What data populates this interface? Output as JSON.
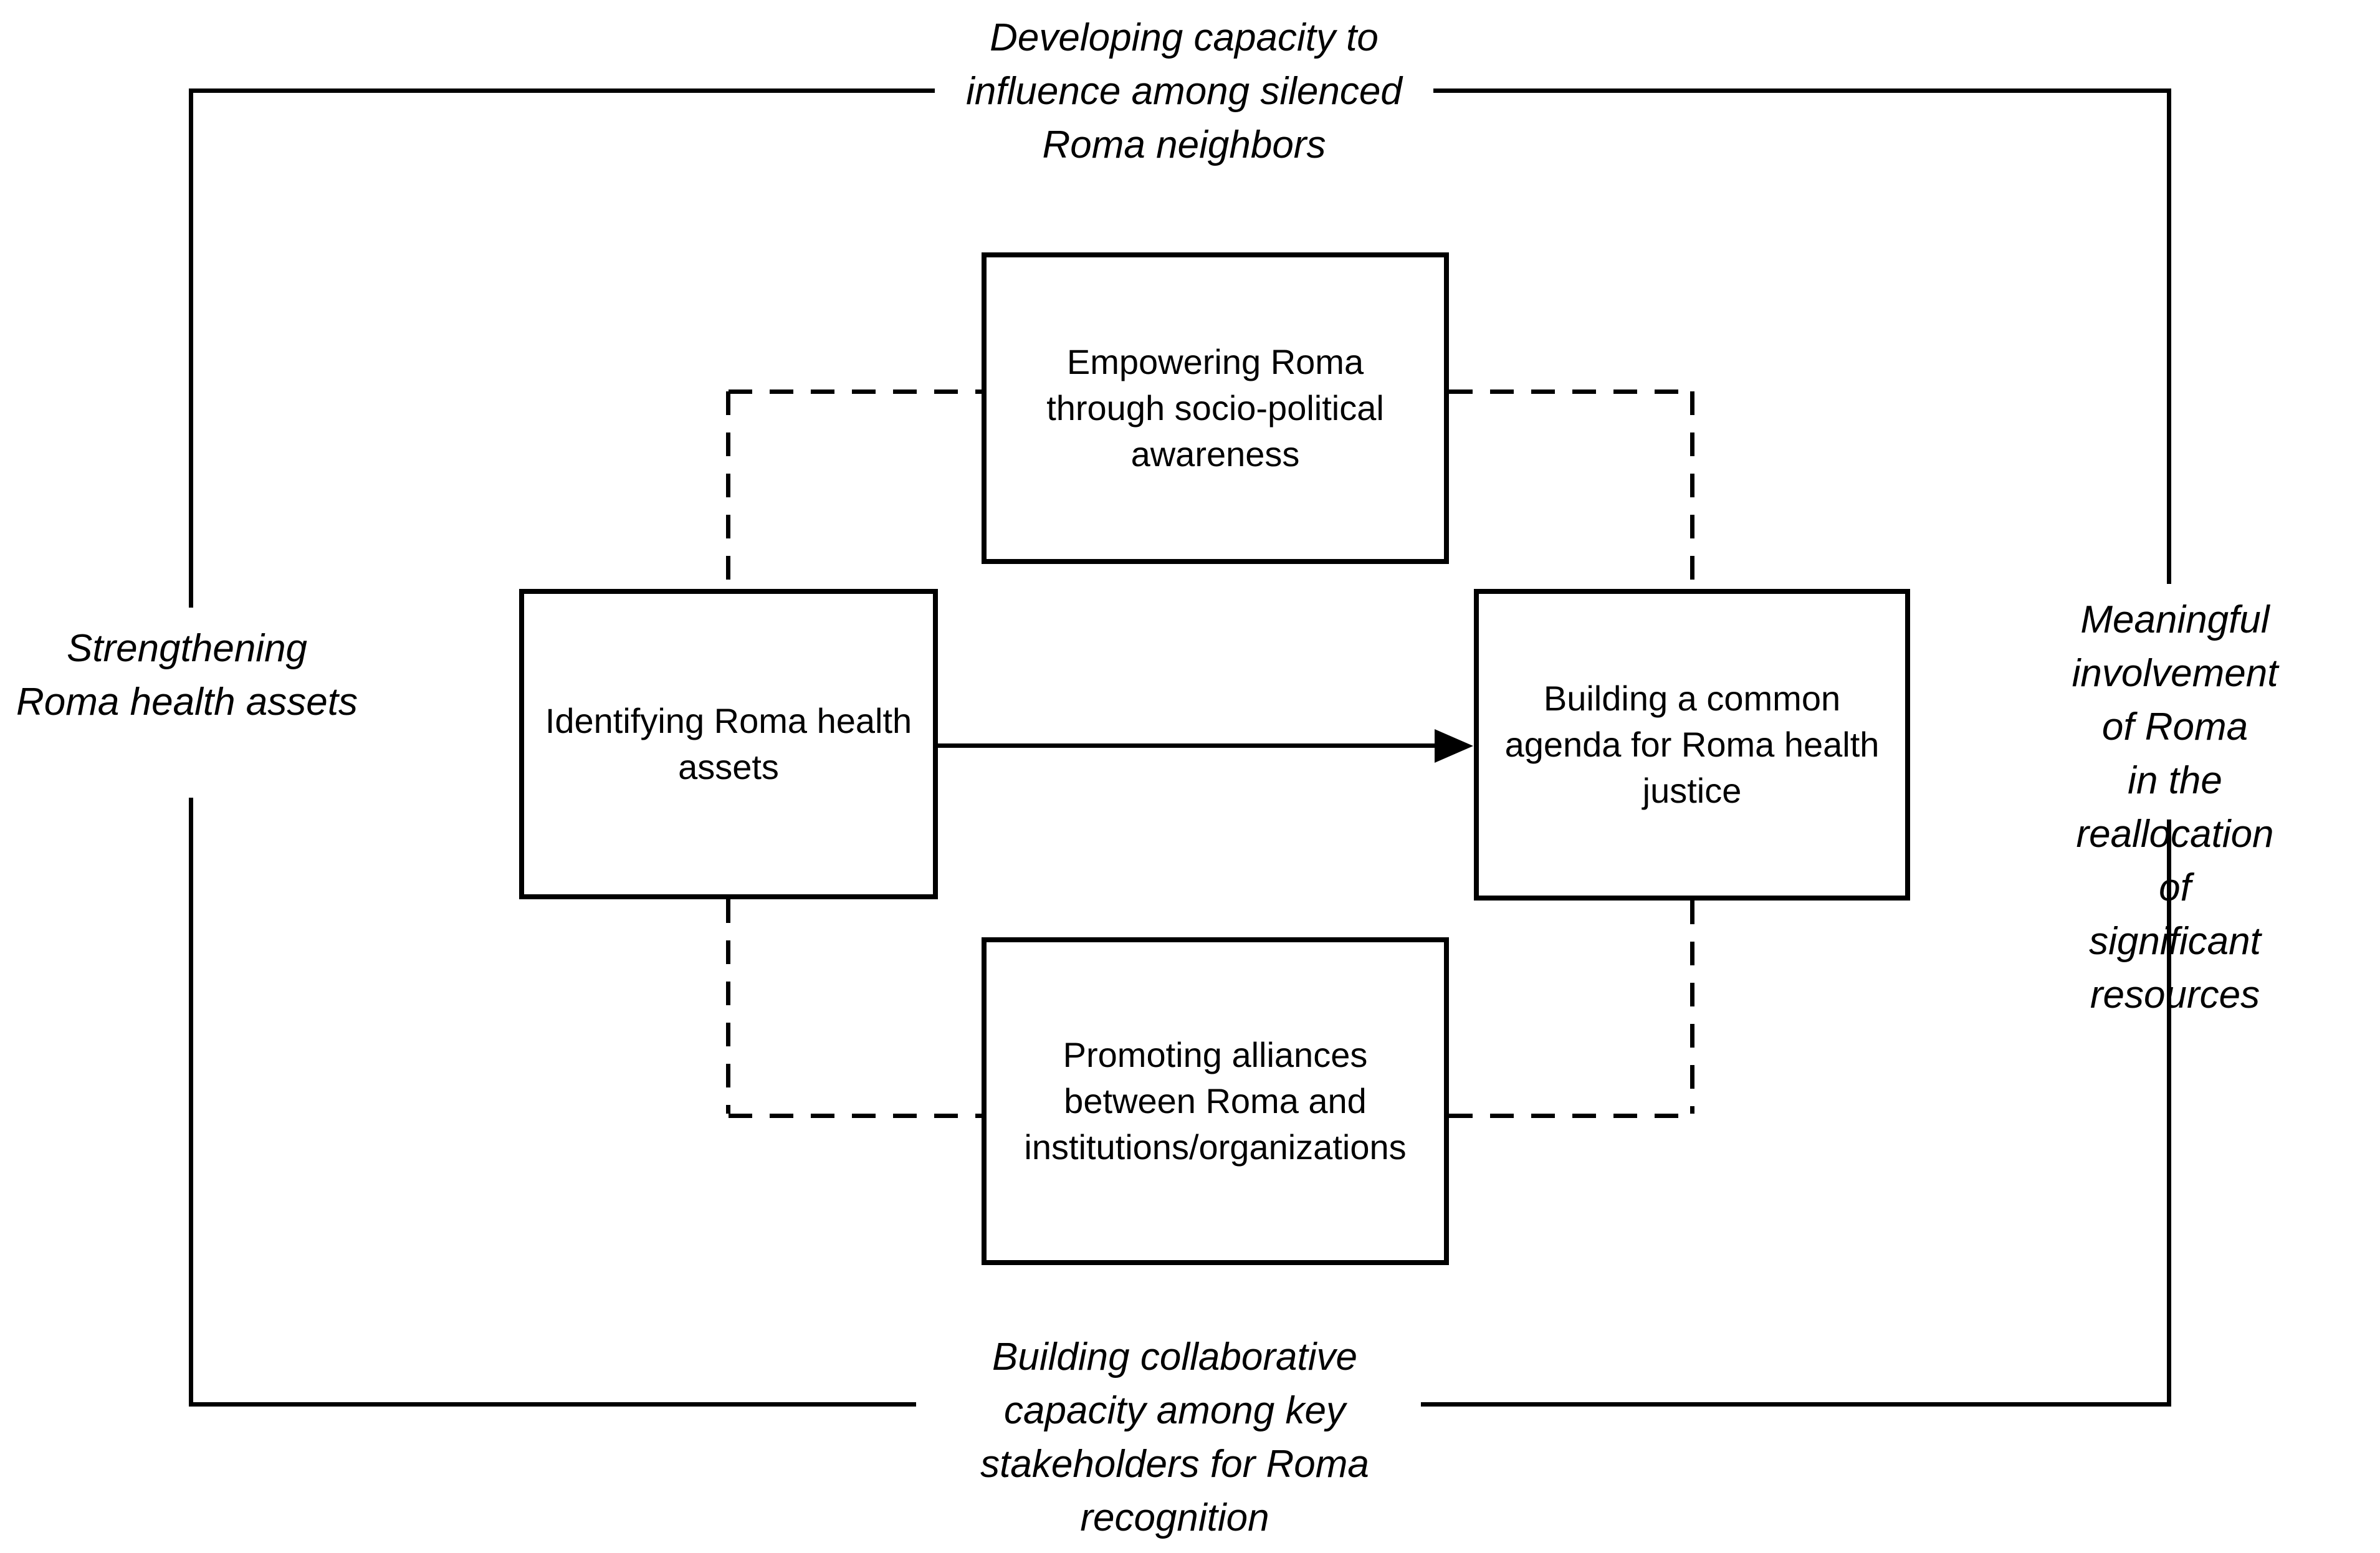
{
  "canvas": {
    "background_color": "#ffffff",
    "line_color": "#000000"
  },
  "outer_labels": {
    "top": "Developing capacity to\ninfluence among silenced\nRoma neighbors",
    "left": "Strengthening\nRoma health assets",
    "right": "Meaningful\ninvolvement of Roma\nin the reallocation of\nsignificant resources",
    "bottom": "Building collaborative\ncapacity among key\nstakeholders for Roma\nrecognition"
  },
  "boxes": {
    "empowering": {
      "label": "Empowering Roma\nthrough socio-political\nawareness"
    },
    "identifying": {
      "label": "Identifying Roma health\nassets"
    },
    "building": {
      "label": "Building a common\nagenda for Roma health\njustice"
    },
    "promoting": {
      "label": "Promoting alliances\nbetween Roma and\ninstitutions/organizations"
    }
  }
}
